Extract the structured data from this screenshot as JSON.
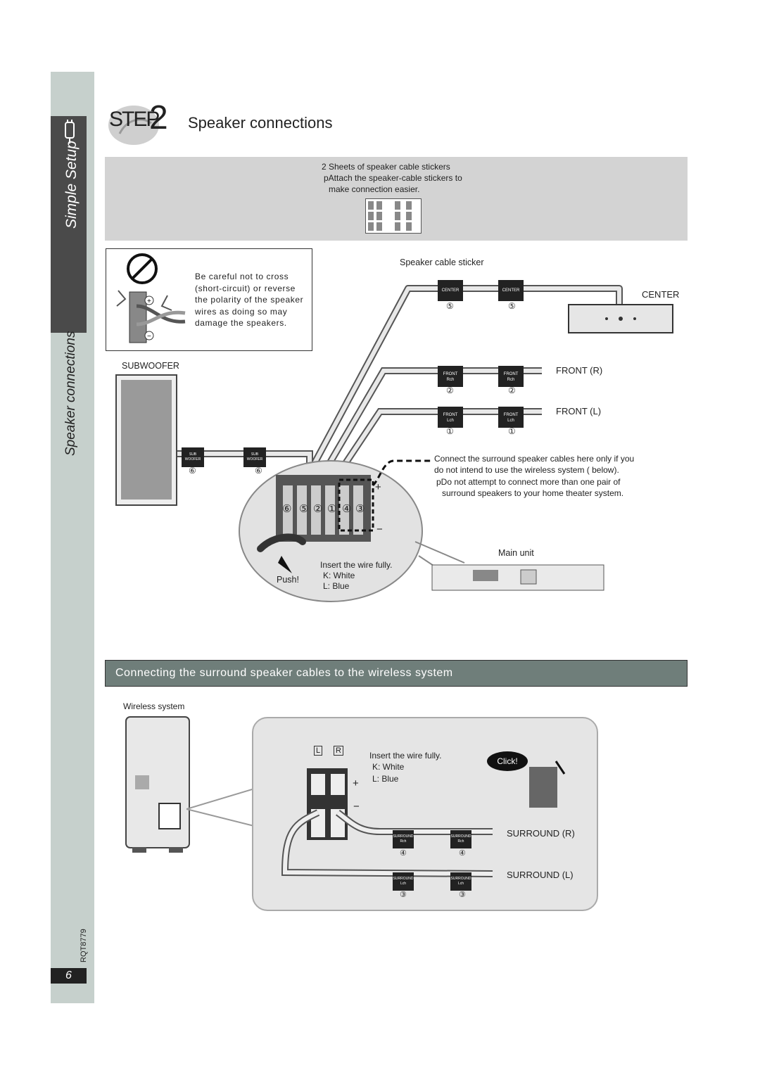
{
  "side_tab": {
    "section_simple": "Simple Setup",
    "section_speaker": "Speaker connections",
    "doc_code": "RQT8779",
    "page_number": "6"
  },
  "header": {
    "step_word": "STEP",
    "step_number": "2",
    "title": "Speaker connections"
  },
  "stickers": {
    "line1": "2 Sheets of speaker cable stickers",
    "line2": "pAttach the speaker-cable stickers to",
    "line3": "make connection easier."
  },
  "warning": {
    "text": "Be careful not to cross (short-circuit) or reverse the polarity of the speaker wires as doing so may damage the speakers."
  },
  "diagram": {
    "speaker_cable_sticker_label": "Speaker cable sticker",
    "center_label": "CENTER",
    "front_r_label": "FRONT (R)",
    "front_l_label": "FRONT (L)",
    "subwoofer_label": "SUBWOOFER",
    "surround_note_1": "Connect the surround speaker cables here only if you",
    "surround_note_2": "do not intend to use the wireless system (     below).",
    "surround_note_3": "pDo not attempt to connect more than one pair of",
    "surround_note_4": "surround speakers to your home theater system.",
    "main_unit_label": "Main unit",
    "insert_wire": "Insert the wire fully.",
    "wire_k": "K: White",
    "wire_l": "L: Blue",
    "push_label": "Push!",
    "terminal_numbers": [
      "⑥",
      "⑤",
      "②",
      "①",
      "④",
      "③"
    ],
    "plus": "+",
    "minus": "−"
  },
  "sticker_tags": {
    "center": {
      "text": "CENTER",
      "num": "⑤"
    },
    "front_r": {
      "text1": "FRONT",
      "text2": "Rch",
      "num": "②"
    },
    "front_l": {
      "text1": "FRONT",
      "text2": "Lch",
      "num": "①"
    },
    "sub": {
      "text1": "SUB",
      "text2": "WOOFER",
      "num": "⑥"
    },
    "surround_r": {
      "text1": "SURROUND",
      "text2": "Rch",
      "num": "④"
    },
    "surround_l": {
      "text1": "SURROUND",
      "text2": "Lch",
      "num": "③"
    }
  },
  "wireless_section": {
    "heading": "Connecting the surround speaker cables to the wireless system",
    "wireless_system_label": "Wireless system",
    "terminal_l": "L",
    "terminal_r": "R",
    "insert_wire": "Insert the wire fully.",
    "wire_k": "K: White",
    "wire_l": "L: Blue",
    "click_label": "Click!",
    "surround_r_label": "SURROUND (R)",
    "surround_l_label": "SURROUND (L)"
  }
}
